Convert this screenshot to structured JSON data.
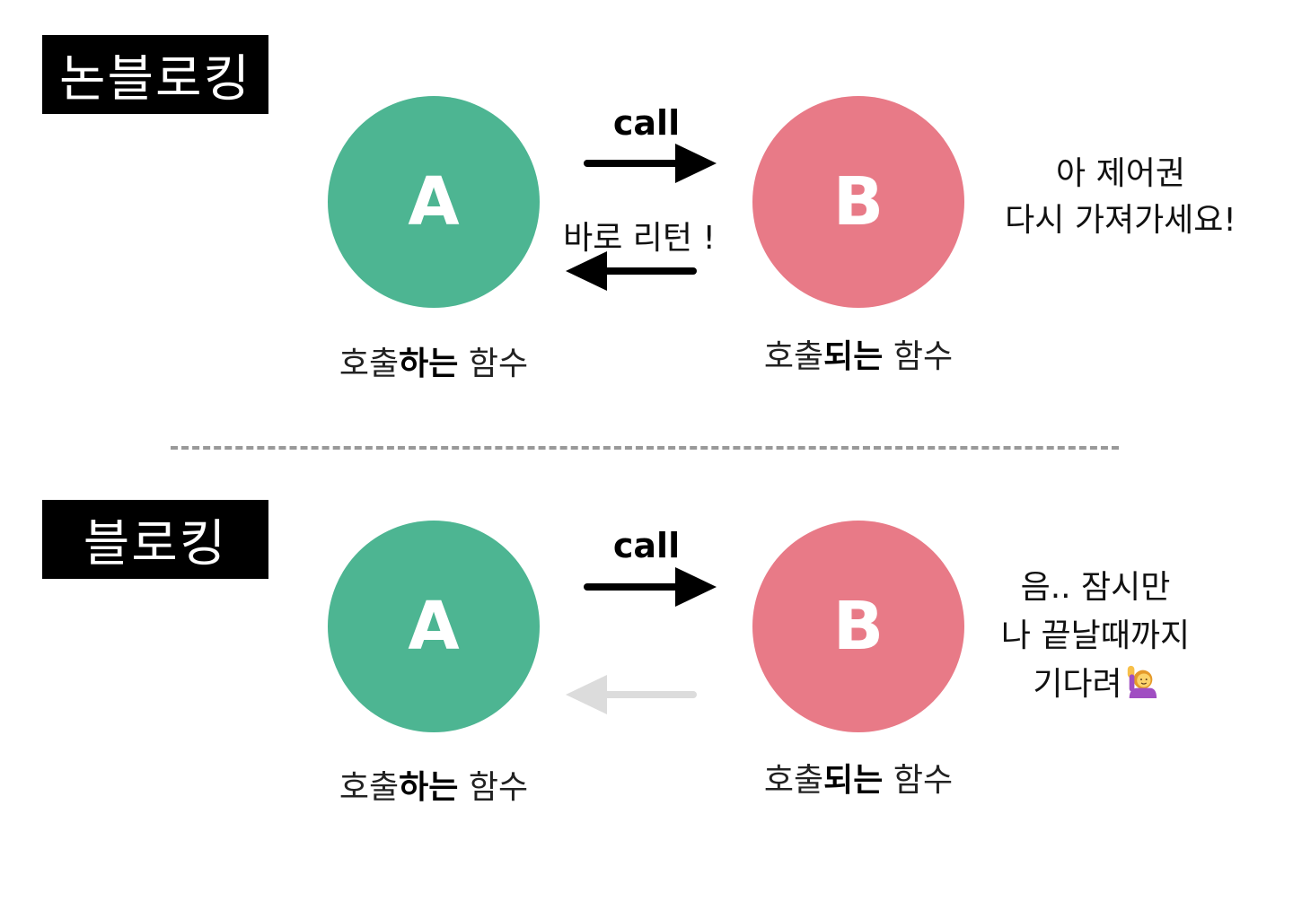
{
  "colors": {
    "caller_circle": "#4db592",
    "callee_circle": "#e87a87",
    "arrow_active": "#000000",
    "arrow_inactive": "#dcdcdc",
    "title_bg": "#000000",
    "divider": "#999999"
  },
  "nonblocking": {
    "title": "논블로킹",
    "caller_letter": "A",
    "callee_letter": "B",
    "call_label": "call",
    "return_label": "바로 리턴 !",
    "caller_caption_pre": "호출",
    "caller_caption_bold": "하는",
    "caller_caption_post": " 함수",
    "callee_caption_pre": "호출",
    "callee_caption_bold": "되는",
    "callee_caption_post": " 함수",
    "speech": [
      "아 제어권",
      "다시 가져가세요!"
    ]
  },
  "blocking": {
    "title": "블로킹",
    "caller_letter": "A",
    "callee_letter": "B",
    "call_label": "call",
    "caller_caption_pre": "호출",
    "caller_caption_bold": "하는",
    "caller_caption_post": " 함수",
    "callee_caption_pre": "호출",
    "callee_caption_bold": "되는",
    "callee_caption_post": " 함수",
    "speech": [
      "음.. 잠시만",
      "나 끝날때까지",
      "기다려"
    ],
    "speech_emoji_icon": "person-raising-hand-icon"
  }
}
